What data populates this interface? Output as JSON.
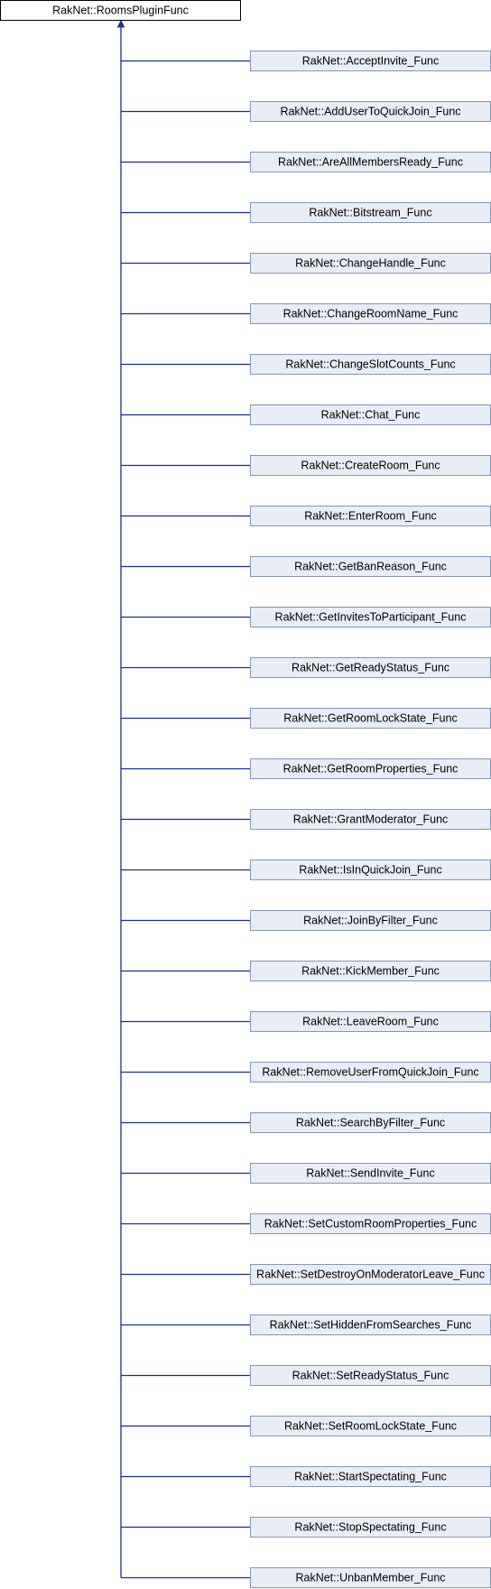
{
  "diagram": {
    "type": "inheritance",
    "colors": {
      "base_fill": "#ffffff",
      "base_border": "#000000",
      "child_fill": "#e8edf6",
      "child_border": "#8497b8",
      "connector": "#1a2d9a"
    },
    "base": {
      "label": "RakNet::RoomsPluginFunc"
    },
    "children": [
      {
        "label": "RakNet::AcceptInvite_Func"
      },
      {
        "label": "RakNet::AddUserToQuickJoin_Func"
      },
      {
        "label": "RakNet::AreAllMembersReady_Func"
      },
      {
        "label": "RakNet::Bitstream_Func"
      },
      {
        "label": "RakNet::ChangeHandle_Func"
      },
      {
        "label": "RakNet::ChangeRoomName_Func"
      },
      {
        "label": "RakNet::ChangeSlotCounts_Func"
      },
      {
        "label": "RakNet::Chat_Func"
      },
      {
        "label": "RakNet::CreateRoom_Func"
      },
      {
        "label": "RakNet::EnterRoom_Func"
      },
      {
        "label": "RakNet::GetBanReason_Func"
      },
      {
        "label": "RakNet::GetInvitesToParticipant_Func"
      },
      {
        "label": "RakNet::GetReadyStatus_Func"
      },
      {
        "label": "RakNet::GetRoomLockState_Func"
      },
      {
        "label": "RakNet::GetRoomProperties_Func"
      },
      {
        "label": "RakNet::GrantModerator_Func"
      },
      {
        "label": "RakNet::IsInQuickJoin_Func"
      },
      {
        "label": "RakNet::JoinByFilter_Func"
      },
      {
        "label": "RakNet::KickMember_Func"
      },
      {
        "label": "RakNet::LeaveRoom_Func"
      },
      {
        "label": "RakNet::RemoveUserFromQuickJoin_Func"
      },
      {
        "label": "RakNet::SearchByFilter_Func"
      },
      {
        "label": "RakNet::SendInvite_Func"
      },
      {
        "label": "RakNet::SetCustomRoomProperties_Func"
      },
      {
        "label": "RakNet::SetDestroyOnModeratorLeave_Func"
      },
      {
        "label": "RakNet::SetHiddenFromSearches_Func"
      },
      {
        "label": "RakNet::SetReadyStatus_Func"
      },
      {
        "label": "RakNet::SetRoomLockState_Func"
      },
      {
        "label": "RakNet::StartSpectating_Func"
      },
      {
        "label": "RakNet::StopSpectating_Func"
      },
      {
        "label": "RakNet::UnbanMember_Func"
      }
    ]
  }
}
